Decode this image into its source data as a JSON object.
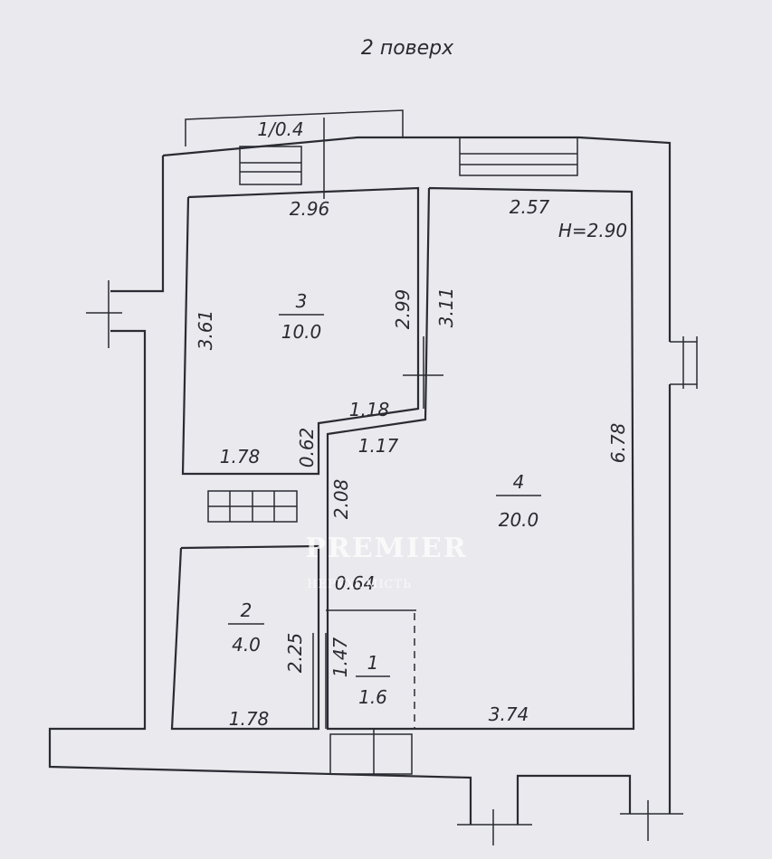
{
  "title": "2 поверх",
  "balcony": "1/0.4",
  "ceiling_height": "H=2.90",
  "rooms": [
    {
      "number": "3",
      "area": "10.0"
    },
    {
      "number": "4",
      "area": "20.0"
    },
    {
      "number": "2",
      "area": "4.0"
    },
    {
      "number": "1",
      "area": "1.6"
    }
  ],
  "dimensions": {
    "room3_top": "2.96",
    "room3_left": "3.61",
    "room3_right": "2.99",
    "room3_notch": "1.18",
    "room3_bottom": "1.78",
    "room3_step": "0.62",
    "room4_top": "2.57",
    "room4_left_upper": "3.11",
    "room4_right": "6.78",
    "room4_notch": "1.17",
    "room4_corridor": "2.08",
    "room4_door": "0.64",
    "room4_bottom": "3.74",
    "room2_right": "2.25",
    "room2_bottom": "1.78",
    "room1_left": "1.47"
  },
  "watermark": {
    "brand": "PREMIER",
    "sub": "НЕРУХОМІСТЬ"
  },
  "colors": {
    "paper": "#e9e9ee",
    "ink": "#2b2b33",
    "watermark": "#ffffff"
  }
}
